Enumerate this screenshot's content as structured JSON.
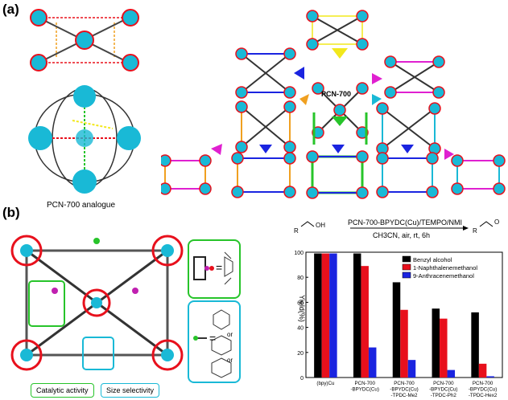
{
  "panel_a": {
    "label": "(a)",
    "analogue_caption": "PCN-700 analogue",
    "center_label": "PCN-700"
  },
  "panel_b": {
    "label": "(b)",
    "callout_catalytic": "Catalytic activity",
    "callout_size": "Size selectivity",
    "legend_or_1": "or",
    "legend_or_2": "or",
    "equals_1": "=",
    "equals_2": "=",
    "reaction": {
      "reagent_top": "PCN-700-BPYDC(Cu)/TEMPO/NMI",
      "conditions": "CH3CN, air, rt, 6h",
      "r_left": "R",
      "oh": "OH",
      "r_right": "R",
      "o": "O"
    }
  },
  "colors": {
    "black": "#000000",
    "red": "#e8101c",
    "blue": "#1a24e0",
    "cyan": "#19b9d6",
    "green": "#27c42a",
    "orange": "#f0a020",
    "magenta": "#e020d0",
    "yellow": "#f2e81c"
  },
  "chart_data": {
    "type": "bar",
    "ylabel": "Yield(%)",
    "ylim": [
      0,
      100
    ],
    "categories": [
      "(bpy)Cu",
      "PCN-700-BPYDC(Cu)",
      "PCN-700-BPYDC(Cu)-TPDC-Me2",
      "PCN-700-BPYDC(Cu)-TPDC-Ph2",
      "PCN-700-BPYDC(Cu)-TPDC-Hex2"
    ],
    "category_lines": [
      [
        "(bpy)Cu"
      ],
      [
        "PCN-700",
        "-BPYDC(Cu)"
      ],
      [
        "PCN-700",
        "-BPYDC(Cu)",
        "-TPDC-Me2"
      ],
      [
        "PCN-700",
        "-BPYDC(Cu)",
        "-TPDC-Ph2"
      ],
      [
        "PCN-700",
        "-BPYDC(Cu)",
        "-TPDC-Hex2"
      ]
    ],
    "series": [
      {
        "name": "Benzyl alcohol",
        "color": "#000000",
        "values": [
          99,
          99,
          76,
          55,
          52
        ]
      },
      {
        "name": "1-Naphthalenemethanol",
        "color": "#e8101c",
        "values": [
          99,
          89,
          54,
          47,
          11
        ]
      },
      {
        "name": "9-Anthracenemethanol",
        "color": "#1a24e0",
        "values": [
          99,
          24,
          14,
          6,
          1
        ]
      }
    ],
    "legend": "top-right"
  }
}
